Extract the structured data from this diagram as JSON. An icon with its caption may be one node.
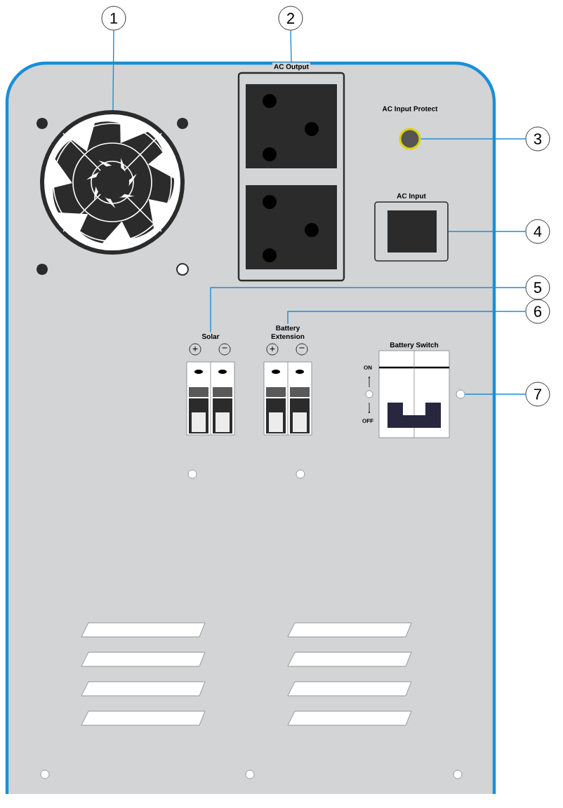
{
  "diagram": {
    "nodes": [
      {
        "text": [
          "1"
        ]
      },
      {
        "text": [
          "2"
        ]
      },
      {
        "text": [
          "3"
        ]
      },
      {
        "text": [
          "4"
        ]
      },
      {
        "text": [
          "5"
        ]
      },
      {
        "text": [
          "6"
        ]
      },
      {
        "text": [
          "7"
        ]
      },
      {
        "text": [],
        "shape": "picture"
      },
      {
        "text": [
          "AC Output"
        ]
      },
      {
        "text": [],
        "shape": "circle"
      },
      {
        "text": [
          "AC Input"
        ]
      },
      {
        "text": [
          "Solar"
        ]
      },
      {
        "text": [
          "Battery Extension"
        ]
      },
      {
        "text": [
          "Battery Switch"
        ]
      },
      {
        "text": [],
        "shape": "circle"
      }
    ],
    "edges": [
      {
        "from": 0,
        "to": 7,
        "arrow": "none"
      },
      {
        "from": 1,
        "to": 8,
        "arrow": "none"
      },
      {
        "from": 2,
        "to": 9,
        "arrow": "none"
      },
      {
        "from": 3,
        "to": 10,
        "arrow": "none"
      },
      {
        "from": 4,
        "to": 11,
        "arrow": "none"
      },
      {
        "from": 5,
        "to": 12,
        "arrow": "none"
      },
      {
        "from": 6,
        "to": 14,
        "arrow": "none"
      }
    ],
    "labels": [
      "AC Input Protect",
      "+",
      "−",
      "+",
      "−",
      "ON",
      "OFF"
    ]
  }
}
